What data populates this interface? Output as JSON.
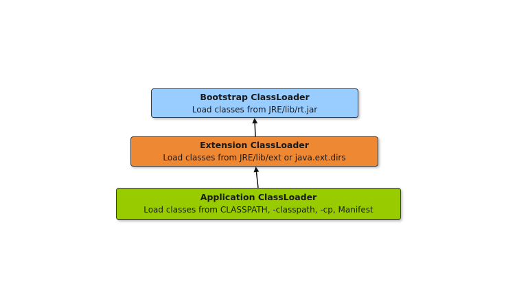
{
  "diagram": {
    "nodes": [
      {
        "id": "bootstrap",
        "title": "Bootstrap ClassLoader",
        "description": "Load classes from JRE/lib/rt.jar",
        "color": "#99ccff"
      },
      {
        "id": "extension",
        "title": "Extension ClassLoader",
        "description": "Load classes from JRE/lib/ext or java.ext.dirs",
        "color": "#ee8833"
      },
      {
        "id": "application",
        "title": "Application ClassLoader",
        "description": "Load classes from CLASSPATH, -classpath, -cp, Manifest",
        "color": "#99cc00"
      }
    ],
    "edges": [
      {
        "from": "extension",
        "to": "bootstrap"
      },
      {
        "from": "application",
        "to": "extension"
      }
    ],
    "edge_color": "#111111"
  }
}
